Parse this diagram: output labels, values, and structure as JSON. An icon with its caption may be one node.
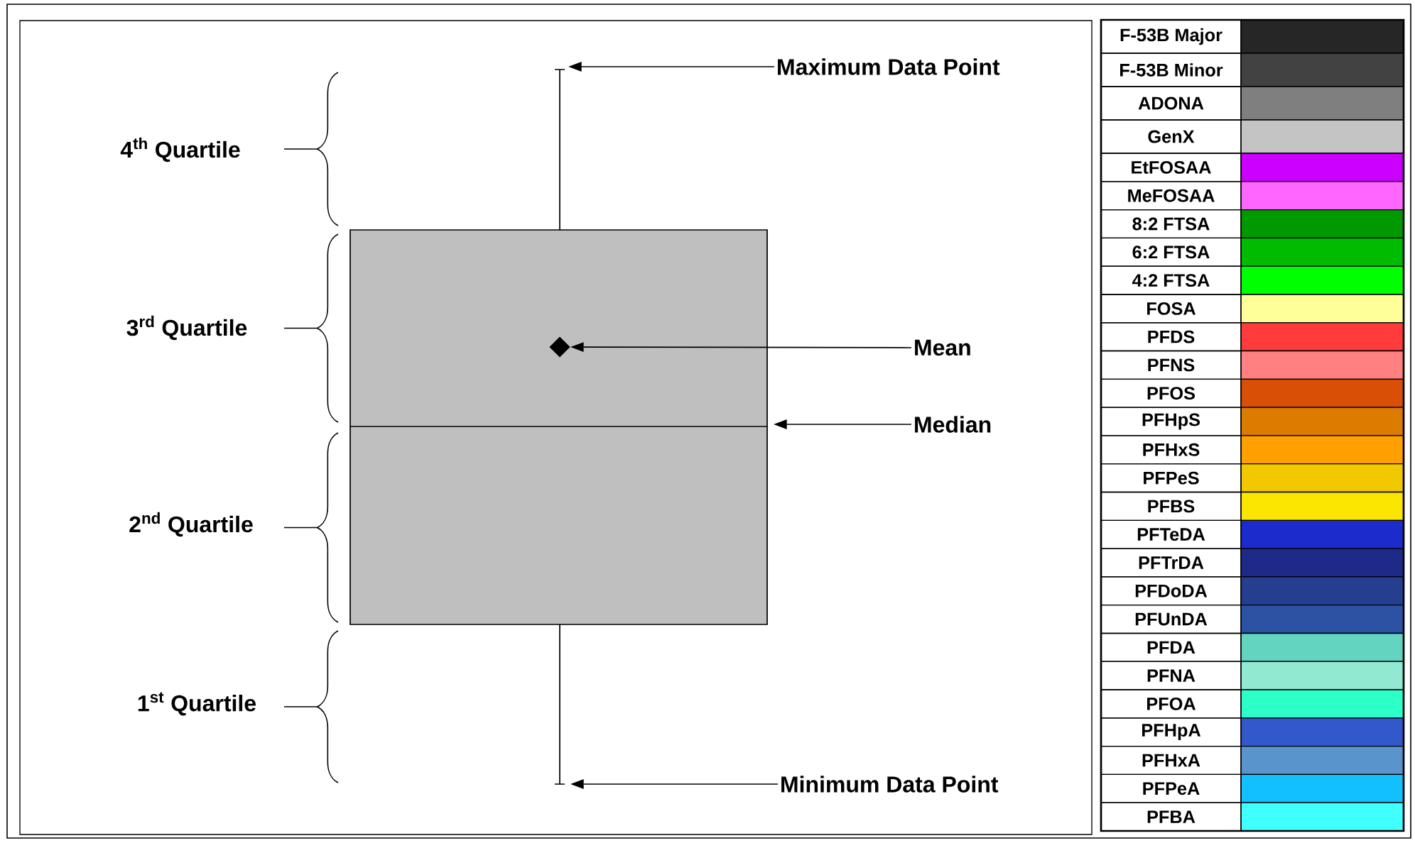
{
  "diagram": {
    "nodes": [
      {
        "text": [
          "Maximum Data Point"
        ]
      },
      {
        "text": [
          "Mean"
        ]
      },
      {
        "text": [
          "Median"
        ]
      },
      {
        "text": [
          "Minimum Data Point"
        ]
      },
      {
        "text": [],
        "shape": "diamond"
      }
    ],
    "edges": [
      {
        "from": 0,
        "to": null,
        "arrow": "to"
      },
      {
        "from": 1,
        "to": 4,
        "arrow": "to"
      },
      {
        "from": 2,
        "to": null,
        "arrow": "to"
      },
      {
        "from": 3,
        "to": null,
        "arrow": "to"
      }
    ],
    "labels": [
      "4$^{th}$ Quartile",
      "3$^{rd}$ Quartile",
      "2$^{nd}$ Quartile",
      "1$^{st}$ Quartile"
    ],
    "legend": [
      {
        "text": "F-53B Major",
        "color": "#262626"
      },
      {
        "text": "F-53B Minor",
        "color": "#424242"
      },
      {
        "text": "ADONA",
        "color": "#7f7f7f"
      },
      {
        "text": "GenX",
        "color": "#c4c4c4"
      },
      {
        "text": "EtFOSAA",
        "color": "#cc00ff"
      },
      {
        "text": "MeFOSAA",
        "color": "#ff66ff"
      },
      {
        "text": "8:2 FTSA",
        "color": "#009900"
      },
      {
        "text": "6:2 FTSA",
        "color": "#00bb00"
      },
      {
        "text": "4:2 FTSA",
        "color": "#00ff00"
      },
      {
        "text": "FOSA",
        "color": "#ffff99"
      },
      {
        "text": "PFDS",
        "color": "#ff3b3b"
      },
      {
        "text": "PFNS",
        "color": "#ff8080"
      },
      {
        "text": "PFOS",
        "color": "#d94f06"
      },
      {
        "text": "PFHpS",
        "color": "#db7b00"
      },
      {
        "text": "PFHxS",
        "color": "#ffa000"
      },
      {
        "text": "PFPeS",
        "color": "#f2c800"
      },
      {
        "text": "PFBS",
        "color": "#fae600"
      },
      {
        "text": "PFTeDA",
        "color": "#1c2bcc"
      },
      {
        "text": "PFTrDA",
        "color": "#1e2a88"
      },
      {
        "text": "PFDoDA",
        "color": "#263e90"
      },
      {
        "text": "PFUnDA",
        "color": "#2c52a4"
      },
      {
        "text": "PFDA",
        "color": "#63d4c0"
      },
      {
        "text": "PFNA",
        "color": "#90e9d0"
      },
      {
        "text": "PFOA",
        "color": "#2dffc8"
      },
      {
        "text": "PFHpA",
        "color": "#3358cc"
      },
      {
        "text": "PFHxA",
        "color": "#5a94cc"
      },
      {
        "text": "PFPeA",
        "color": "#12bfff"
      },
      {
        "text": "PFBA",
        "color": "#40ffff"
      }
    ]
  }
}
